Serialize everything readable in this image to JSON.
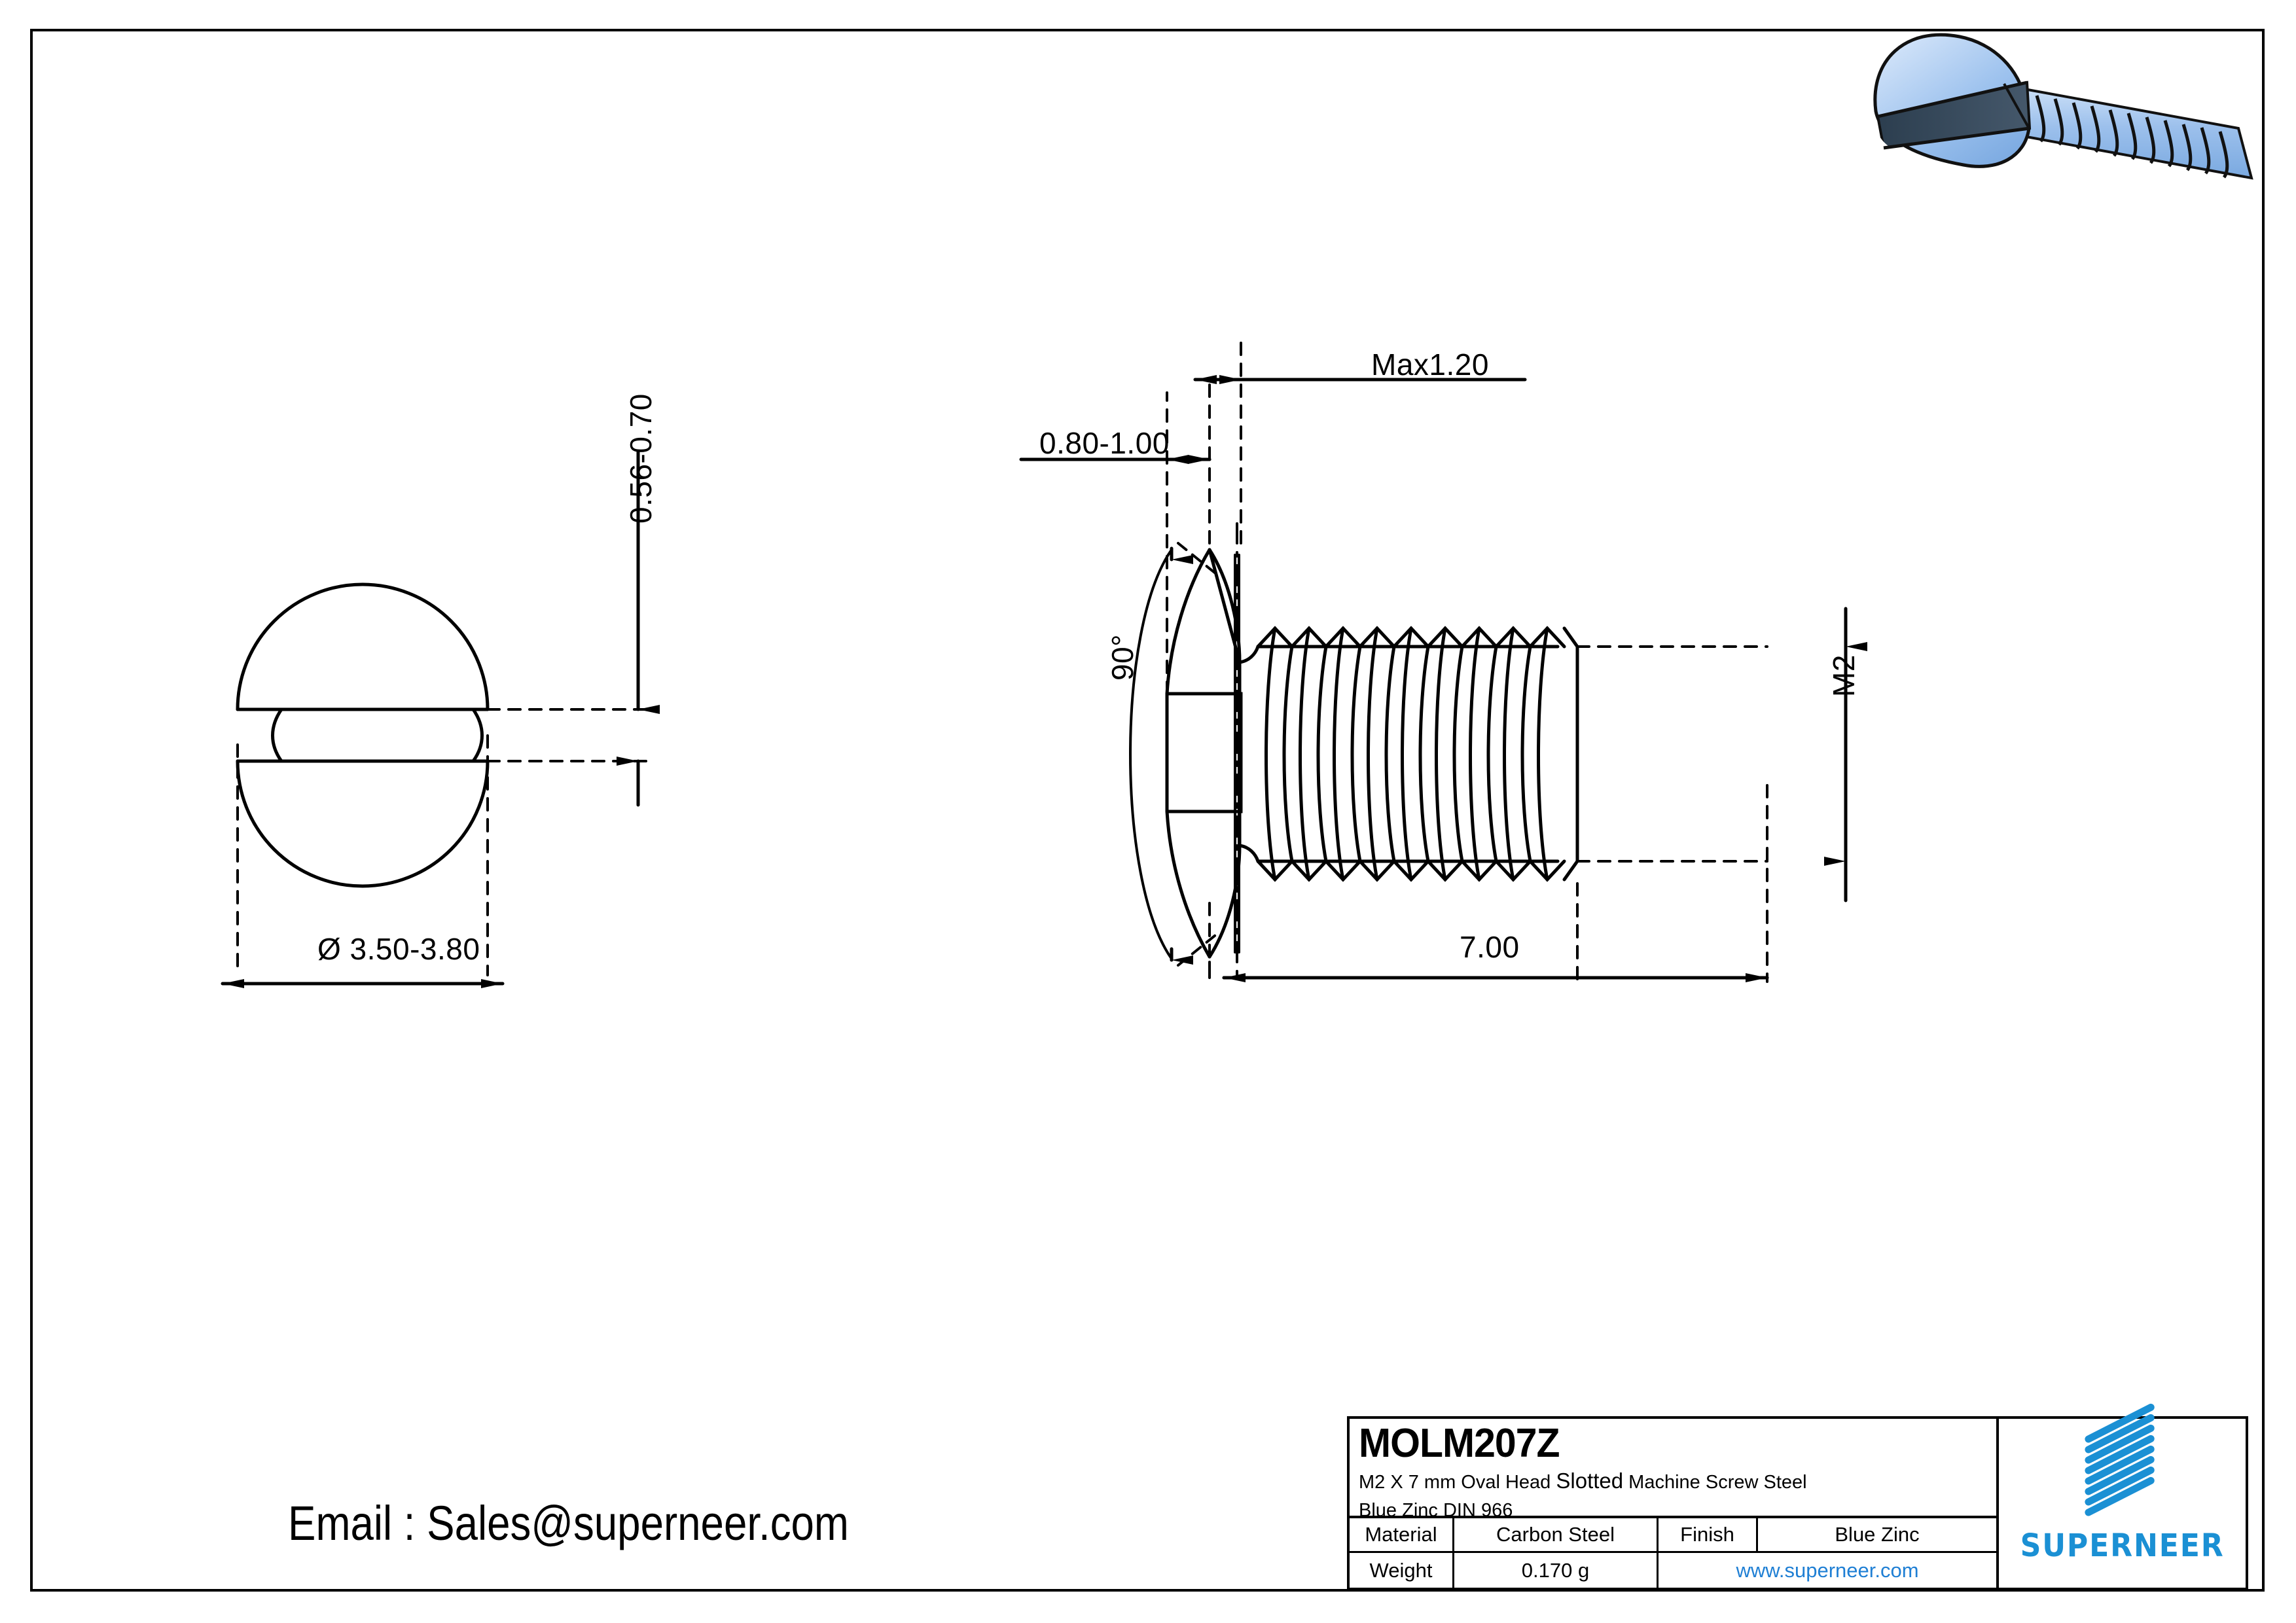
{
  "sheet": {
    "background": "#ffffff",
    "border_color": "#000000"
  },
  "contact": {
    "email_line": "Email : Sales@superneer.com"
  },
  "drawing": {
    "top_view": {
      "name": "head-top-view",
      "diameter_label": "Ø 3.50-3.80",
      "slot_depth_label": "0.56-0.70"
    },
    "side_view": {
      "name": "screw-side-view",
      "head_height_label": "Max1.20",
      "slot_width_label": "0.80-1.00",
      "head_angle_label": "90°",
      "thread_label": "M2",
      "length_label": "7.00"
    }
  },
  "isometric": {
    "name": "screw-3d-render",
    "body_color": "#8cb6e8",
    "highlight_color": "#bcd6f5",
    "slot_color": "#2f4254",
    "outline_color": "#111111"
  },
  "title_block": {
    "part_number": "MOLM207Z",
    "description_line1_a": "M2 X 7 mm  Oval Head ",
    "description_line1_b": "Slotted",
    "description_line1_c": " Machine Screw Steel",
    "description_line2": "Blue Zinc DIN 966",
    "rows": [
      {
        "label": "Material",
        "value": "Carbon Steel",
        "label2": "Finish",
        "value2": "Blue Zinc"
      },
      {
        "label": "Weight",
        "value": "0.170 g",
        "url": "www.superneer.com"
      }
    ],
    "material_label": "Material",
    "material_value": "Carbon Steel",
    "finish_label": "Finish",
    "finish_value": "Blue Zinc",
    "weight_label": "Weight",
    "weight_value": "0.170 g",
    "website": "www.superneer.com",
    "url_color": "#1f7fd4"
  },
  "brand": {
    "name": "SUPERNEER",
    "color": "#1b90d4",
    "stripe_count": 8
  }
}
